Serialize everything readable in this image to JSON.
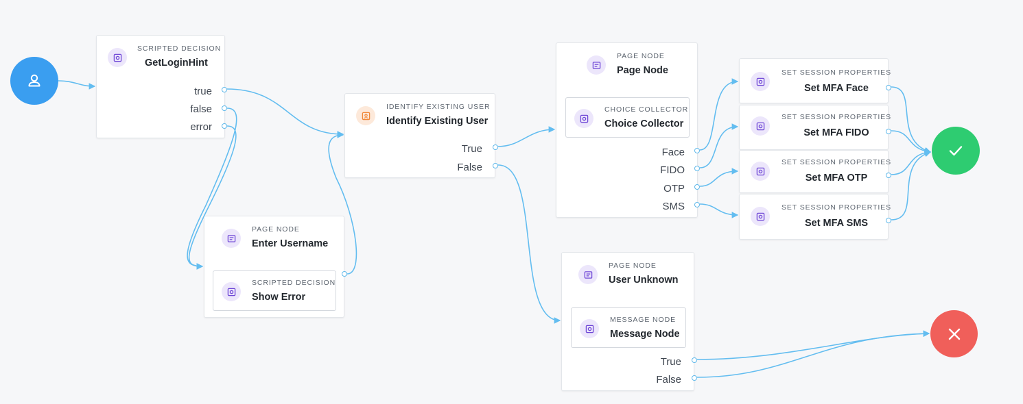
{
  "colors": {
    "wire": "#63bdf0",
    "start": "#3a9ef0",
    "success": "#2ecc71",
    "failure": "#f05f5a",
    "node_icon_purple": "#6f47d6",
    "node_icon_orange": "#f0883a"
  },
  "start": {
    "icon": "person-icon"
  },
  "success": {
    "icon": "checkmark-icon"
  },
  "failure": {
    "icon": "x-icon"
  },
  "nodes": {
    "get_login_hint": {
      "type": "Scripted Decision",
      "name": "GetLoginHint",
      "icon": "gear-icon",
      "outcomes": [
        "true",
        "false",
        "error"
      ]
    },
    "enter_username": {
      "type": "Page Node",
      "name": "Enter Username",
      "icon": "page-icon",
      "inner": {
        "type": "Scripted Decision",
        "name": "Show Error",
        "icon": "gear-icon"
      }
    },
    "identify_user": {
      "type": "Identify Existing User",
      "name": "Identify Existing User",
      "icon": "user-card-icon",
      "outcomes": [
        "True",
        "False"
      ]
    },
    "page_node": {
      "type": "Page Node",
      "name": "Page Node",
      "icon": "page-icon",
      "inner": {
        "type": "Choice Collector",
        "name": "Choice Collector",
        "icon": "gear-icon"
      },
      "outcomes": [
        "Face",
        "FIDO",
        "OTP",
        "SMS"
      ]
    },
    "user_unknown": {
      "type": "Page Node",
      "name": "User Unknown",
      "icon": "page-icon",
      "inner": {
        "type": "Message Node",
        "name": "Message Node",
        "icon": "gear-icon"
      },
      "outcomes": [
        "True",
        "False"
      ]
    },
    "mfa_face": {
      "type": "Set Session Properties",
      "name": "Set MFA Face",
      "icon": "gear-icon"
    },
    "mfa_fido": {
      "type": "Set Session Properties",
      "name": "Set MFA FIDO",
      "icon": "gear-icon"
    },
    "mfa_otp": {
      "type": "Set Session Properties",
      "name": "Set MFA OTP",
      "icon": "gear-icon"
    },
    "mfa_sms": {
      "type": "Set Session Properties",
      "name": "Set MFA SMS",
      "icon": "gear-icon"
    }
  }
}
